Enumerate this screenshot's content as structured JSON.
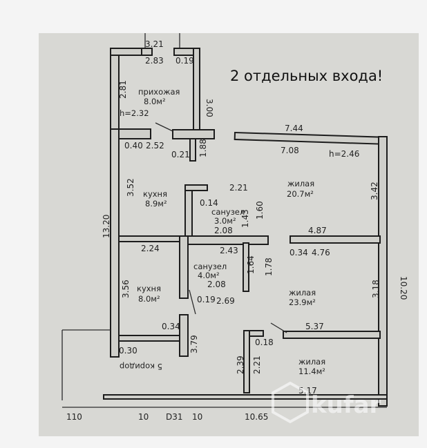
{
  "note": "2 отдельных входа!",
  "rooms": {
    "hall": {
      "name": "прихожая",
      "area": "8.0м²",
      "height": "h=2.32"
    },
    "kitchen1": {
      "name": "кухня",
      "area": "8.9м²"
    },
    "bath1": {
      "name": "санузел",
      "area": "3.0м²"
    },
    "living1": {
      "name": "жилая",
      "area": "20.7м²",
      "height": "h=2.46"
    },
    "bath2": {
      "name": "санузел",
      "area": "4.0м²"
    },
    "kitchen2": {
      "name": "кухня",
      "area": "8.0м²"
    },
    "living2": {
      "name": "жилая",
      "area": "23.9м²"
    },
    "living3": {
      "name": "жилая",
      "area": "11.4м²"
    },
    "corridor": {
      "name": "5 коридор"
    }
  },
  "dimensions": [
    "3.21",
    "2.83",
    "0.19",
    "2.81",
    "3.00",
    "0.40",
    "2.52",
    "0.21",
    "1.88",
    "7.44",
    "7.08",
    "3.52",
    "2.21",
    "0.14",
    "1.60",
    "1.43",
    "2.08",
    "3.42",
    "13.20",
    "4.87",
    "2.24",
    "2.43",
    "0.34",
    "4.76",
    "1.64",
    "1.78",
    "10.20",
    "3.56",
    "2.08",
    "0.19",
    "2.69",
    "3.18",
    "0.34",
    "5.37",
    "0.30",
    "3.79",
    "0.18",
    "2.39",
    "2.21",
    "5.17",
    "10.65"
  ],
  "bottom_labels": [
    "110",
    "10",
    "D31",
    "10"
  ],
  "watermark": "kufar"
}
